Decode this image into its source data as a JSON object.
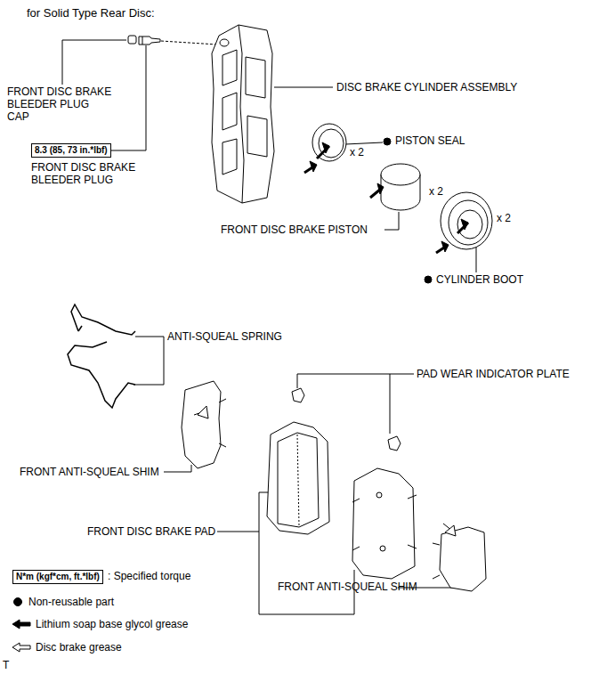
{
  "diagram": {
    "title": "for Solid Type Rear Disc:",
    "nodes": [
      {
        "text": [
          "8.3 (85, 73 in.*lbf)"
        ]
      },
      {
        "text": [
          "N*m (kgf*cm, ft.*lbf)"
        ]
      }
    ],
    "edges": [],
    "labels": [
      "FRONT DISC BRAKE BLEEDER PLUG CAP",
      "DISC BRAKE CYLINDER ASSEMBLY",
      "FRONT DISC BRAKE BLEEDER PLUG",
      "PISTON SEAL",
      "x 2",
      "x 2",
      "FRONT DISC BRAKE PISTON",
      "x 2",
      "CYLINDER BOOT",
      "ANTI-SQUEAL SPRING",
      "PAD WEAR INDICATOR PLATE",
      "FRONT ANTI-SQUEAL SHIM",
      "FRONT DISC BRAKE PAD",
      "FRONT ANTI-SQUEAL SHIM",
      "T"
    ],
    "legend": [
      {
        "text": ": Specified torque"
      },
      {
        "text": "Non-reusable part"
      },
      {
        "text": "Lithium soap base glycol grease"
      },
      {
        "text": "Disc brake grease"
      }
    ]
  }
}
